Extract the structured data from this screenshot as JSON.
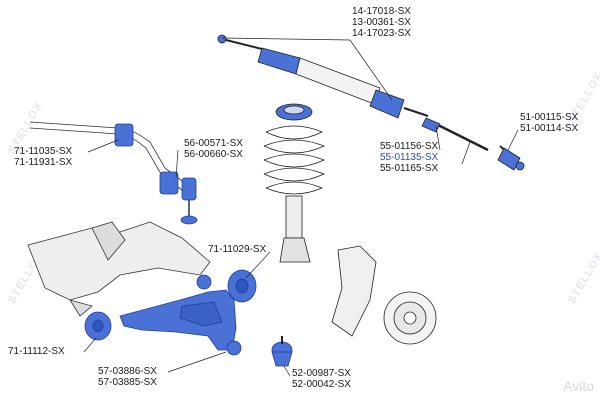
{
  "labels": {
    "steering_rack": [
      "14-17018-SX",
      "13-00361-SX",
      "14-17023-SX"
    ],
    "tie_rod_end": [
      "51-00115-SX",
      "51-00114-SX"
    ],
    "inner_tie_rod": [
      "55-01156-SX",
      "55-01135-SX",
      "55-01165-SX"
    ],
    "stabilizer_bush": [
      "71-11035-SX",
      "71-11931-SX"
    ],
    "stabilizer_link": [
      "56-00571-SX",
      "56-00660-SX"
    ],
    "arm_bush_rear": [
      "71-11029-SX"
    ],
    "arm_bush_front": [
      "71-11112-SX"
    ],
    "control_arm": [
      "57-03886-SX",
      "57-03885-SX"
    ],
    "ball_joint": [
      "52-00987-SX",
      "52-00042-SX"
    ]
  },
  "watermark": "STELLOX",
  "brand_mark": "Avito",
  "colors": {
    "accent_blue": "#2a4db5",
    "part_blue": "#4a72d6",
    "part_dark": "#1f3f9a",
    "line": "#222222",
    "grey_part": "#e9e9e9"
  }
}
